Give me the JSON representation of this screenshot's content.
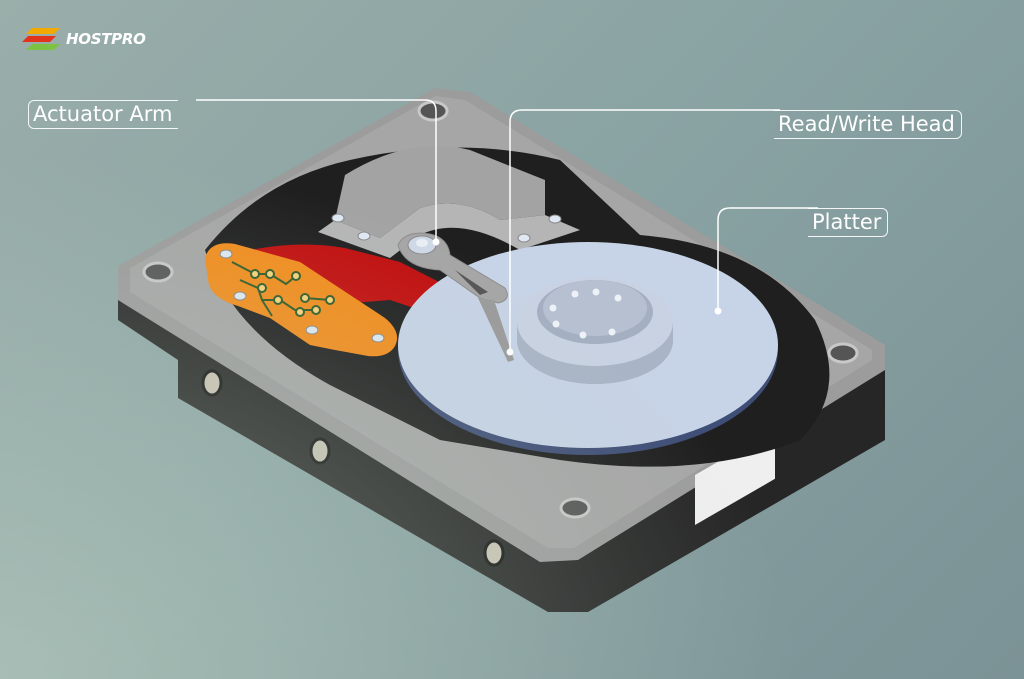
{
  "brand": {
    "name": "HOSTPRO",
    "icon": "hostpro-logo-icon",
    "colors": [
      "#f2a900",
      "#e2341d",
      "#7dc242"
    ]
  },
  "labels": {
    "actuator_arm": "Actuator Arm",
    "read_write_head": "Read/Write Head",
    "platter": "Platter"
  },
  "colors": {
    "background": "#8aa3a3",
    "casing_top": "#9a9a9a",
    "casing_side": "#262626",
    "platter": "#c7d3e6",
    "circuit_board": "#f28c1c",
    "magnet": "#c10e0e"
  }
}
